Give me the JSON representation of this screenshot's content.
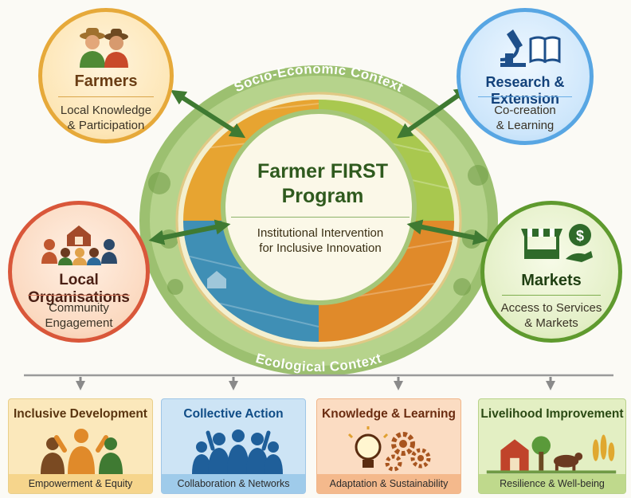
{
  "center": {
    "title": "Farmer FIRST\nProgram",
    "subtitle": "Institutional Intervention\nfor Inclusive Innovation"
  },
  "rings": {
    "top_label": "Socio-Economic Context",
    "bottom_label": "Ecological Context"
  },
  "nodes": {
    "farmers": {
      "title": "Farmers",
      "subtitle": "Local Knowledge\n& Participation",
      "icon": "farmers-icon"
    },
    "research": {
      "title": "Research & Extension",
      "subtitle": "Co-creation\n& Learning",
      "icon": "microscope-book-icon"
    },
    "local_orgs": {
      "title": "Local Organisations",
      "subtitle": "Community\nEngagement",
      "icon": "community-icon"
    },
    "markets": {
      "title": "Markets",
      "subtitle": "Access to Services\n& Markets",
      "icon": "market-stall-icon"
    }
  },
  "outcomes": [
    {
      "title": "Inclusive Development",
      "footer": "Empowerment & Equity",
      "icon": "people-icon"
    },
    {
      "title": "Collective Action",
      "footer": "Collaboration & Networks",
      "icon": "group-icon"
    },
    {
      "title": "Knowledge & Learning",
      "footer": "Adaptation & Sustainability",
      "icon": "lightbulb-gears-icon"
    },
    {
      "title": "Livelihood Improvement",
      "footer": "Resilience & Well-being",
      "icon": "farm-icon"
    }
  ],
  "colors": {
    "farmers": "#e6a93a",
    "research": "#58a6e3",
    "local_orgs": "#d9573a",
    "markets": "#5f9a2e",
    "arrows": "#3f7a32",
    "ring": "#7fad54"
  }
}
